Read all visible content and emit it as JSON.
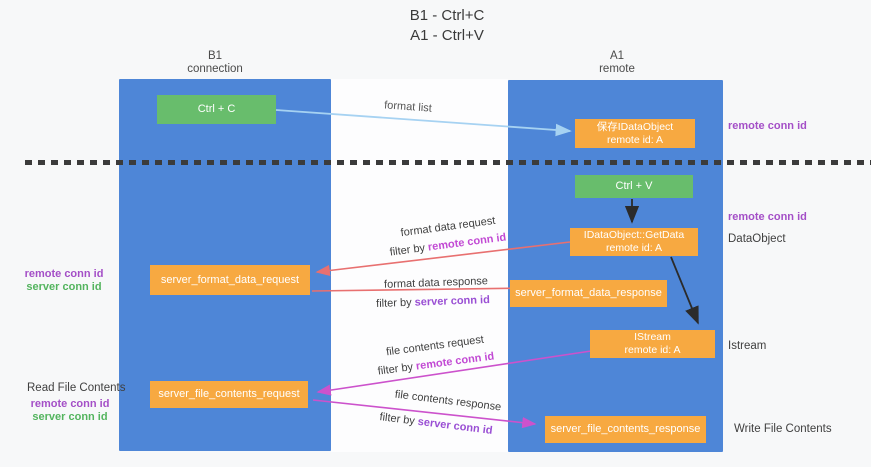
{
  "title": {
    "line1": "B1 - Ctrl+C",
    "line2": "A1 - Ctrl+V"
  },
  "columns": {
    "b1": {
      "name": "B1",
      "subtitle": "connection"
    },
    "a1": {
      "name": "A1",
      "subtitle": "remote"
    }
  },
  "boxes": {
    "ctrl_c": {
      "label": "Ctrl + C"
    },
    "save_dataobject": {
      "line1": "保存IDataObject",
      "line2": "remote id: A"
    },
    "ctrl_v": {
      "label": "Ctrl + V"
    },
    "getdata": {
      "line1": "IDataObject::GetData",
      "line2": "remote id: A"
    },
    "format_request": {
      "label": "server_format_data_request"
    },
    "format_response": {
      "label": "server_format_data_response"
    },
    "istream": {
      "line1": "IStream",
      "line2": "remote id: A"
    },
    "file_request": {
      "label": "server_file_contents_request"
    },
    "file_response": {
      "label": "server_file_contents_response"
    }
  },
  "side_labels": {
    "right_conn_top": "remote conn id",
    "right_conn_mid": "remote conn id",
    "dataobject": "DataObject",
    "istream": "Istream",
    "write_file": "Write File Contents",
    "read_file": "Read File Contents",
    "left_format_remote": "remote conn id",
    "left_format_server": "server conn id",
    "left_file_remote": "remote conn id",
    "left_file_server": "server conn id"
  },
  "flow_labels": {
    "format_list": "format list",
    "format_request_line1": "format data request",
    "format_request_prefix": "filter by ",
    "format_request_highlight": "remote conn id",
    "format_response_line1": "format data response",
    "format_response_prefix": "filter by ",
    "format_response_highlight": "server conn id",
    "file_request_line1": "file contents request",
    "file_request_prefix": "filter by ",
    "file_request_highlight": "remote conn id",
    "file_response_line1": "file contents response",
    "file_response_prefix": "filter by ",
    "file_response_highlight": "server conn id"
  },
  "colors": {
    "lane_blue": "#4e86d7",
    "box_green": "#68bd6c",
    "box_orange": "#f7a941",
    "arrow_red": "#e87070",
    "arrow_magenta": "#cc52cc",
    "arrow_blue": "#a6d2f2",
    "arrow_black": "#2b2b2b",
    "label_purple": "#a44fc7",
    "label_green": "#53b45e"
  }
}
